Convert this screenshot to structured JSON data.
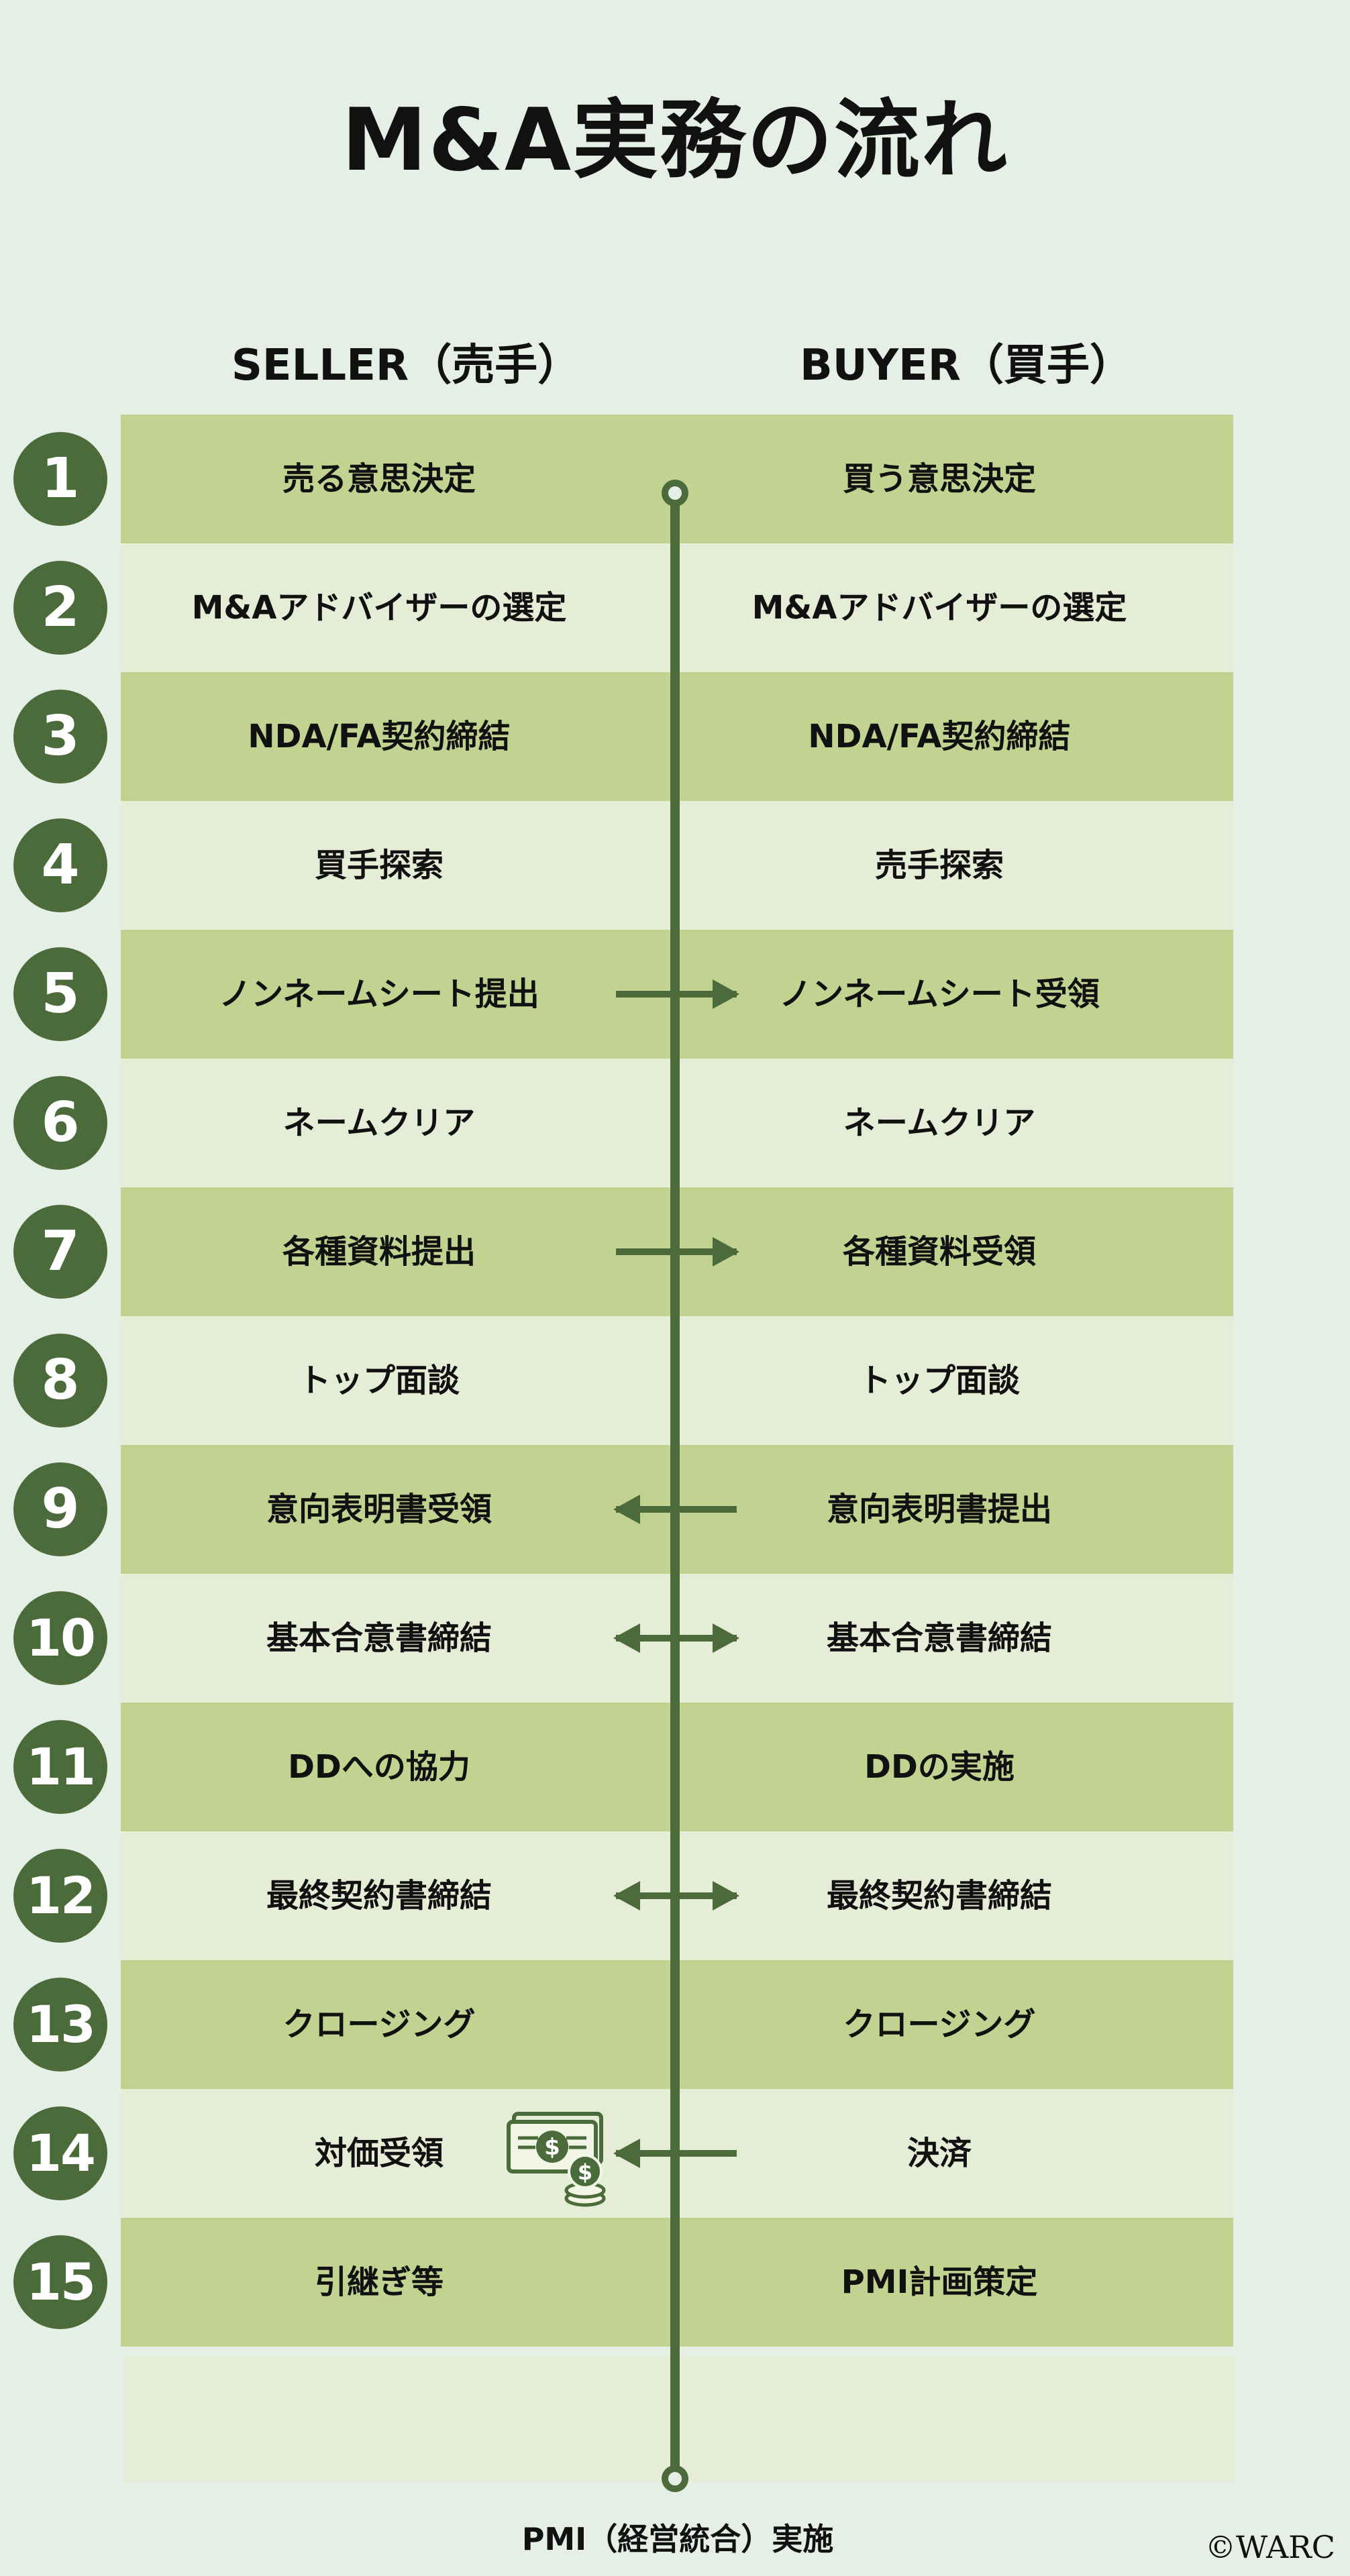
{
  "title": "M&A実務の流れ",
  "headers": {
    "seller": "SELLER（売手）",
    "buyer": "BUYER（買手）"
  },
  "steps": [
    {
      "num": "1",
      "seller": "売る意思決定",
      "buyer": "買う意思決定",
      "arrow": "none"
    },
    {
      "num": "2",
      "seller": "M&Aアドバイザーの選定",
      "buyer": "M&Aアドバイザーの選定",
      "arrow": "none"
    },
    {
      "num": "3",
      "seller": "NDA/FA契約締結",
      "buyer": "NDA/FA契約締結",
      "arrow": "none"
    },
    {
      "num": "4",
      "seller": "買手探索",
      "buyer": "売手探索",
      "arrow": "none"
    },
    {
      "num": "5",
      "seller": "ノンネームシート提出",
      "buyer": "ノンネームシート受領",
      "arrow": "right"
    },
    {
      "num": "6",
      "seller": "ネームクリア",
      "buyer": "ネームクリア",
      "arrow": "none"
    },
    {
      "num": "7",
      "seller": "各種資料提出",
      "buyer": "各種資料受領",
      "arrow": "right"
    },
    {
      "num": "8",
      "seller": "トップ面談",
      "buyer": "トップ面談",
      "arrow": "none"
    },
    {
      "num": "9",
      "seller": "意向表明書受領",
      "buyer": "意向表明書提出",
      "arrow": "left"
    },
    {
      "num": "10",
      "seller": "基本合意書締結",
      "buyer": "基本合意書締結",
      "arrow": "both"
    },
    {
      "num": "11",
      "seller": "DDへの協力",
      "buyer": "DDの実施",
      "arrow": "none"
    },
    {
      "num": "12",
      "seller": "最終契約書締結",
      "buyer": "最終契約書締結",
      "arrow": "both"
    },
    {
      "num": "13",
      "seller": "クロージング",
      "buyer": "クロージング",
      "arrow": "none"
    },
    {
      "num": "14",
      "seller": "対価受領",
      "buyer": "決済",
      "arrow": "left",
      "icon": "money-icon"
    },
    {
      "num": "15",
      "seller": "引継ぎ等",
      "buyer": "PMI計画策定",
      "arrow": "none"
    }
  ],
  "footer": "PMI（経営統合）実施",
  "copyright": "©WARC",
  "colors": {
    "accent": "#4b6b3a",
    "band_dark": "#c2d290",
    "band_light": "#e6edd6",
    "background": "#e5efe5"
  }
}
